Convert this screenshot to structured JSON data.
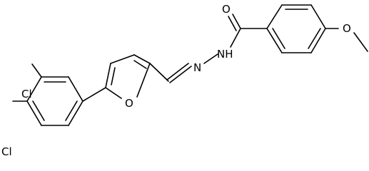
{
  "atoms": {
    "carbonyl_oxygen": "O",
    "hydrazide_nh": "NH",
    "hydrazone_n": "N",
    "furan_oxygen": "O",
    "methoxy_oxygen": "O",
    "chlorine_3": "Cl",
    "chlorine_4": "Cl"
  },
  "colors": {
    "bond": "#000000",
    "label": "#000000",
    "background": "#ffffff"
  }
}
